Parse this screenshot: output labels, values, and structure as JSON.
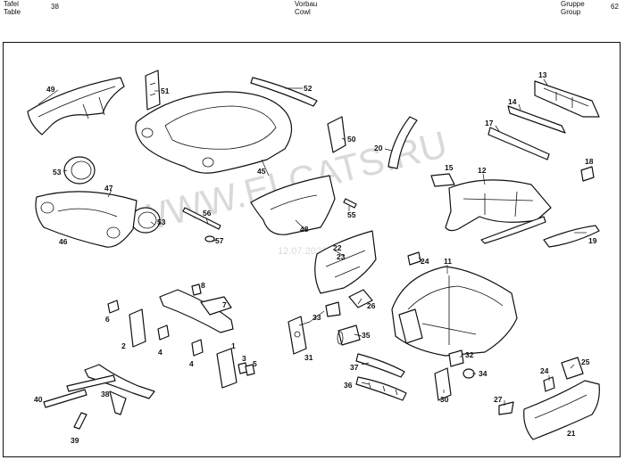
{
  "header": {
    "left_line1": "Tafel",
    "left_line2": "Table",
    "left_number": "38",
    "center_line1": "Vorbau",
    "center_line2": "Cowl",
    "right_line1": "Gruppe",
    "right_line2": "Group",
    "right_number": "62"
  },
  "watermark": {
    "text": "WWW.ELCATS.RU",
    "date": "12.07.2026"
  },
  "callouts": {
    "c1": "1",
    "c2": "2",
    "c3": "3",
    "c4a": "4",
    "c4b": "4",
    "c5": "5",
    "c6": "6",
    "c7": "7",
    "c8": "8",
    "c11": "11",
    "c12": "12",
    "c13": "13",
    "c14": "14",
    "c15": "15",
    "c17": "17",
    "c18": "18",
    "c19": "19",
    "c20": "20",
    "c21": "21",
    "c22": "22",
    "c23": "23",
    "c24a": "24",
    "c24b": "24",
    "c25": "25",
    "c26": "26",
    "c27": "27",
    "c30": "30",
    "c31": "31",
    "c32": "32",
    "c33": "33",
    "c34": "34",
    "c35": "35",
    "c36": "36",
    "c37": "37",
    "c38": "38",
    "c39": "39",
    "c40": "40",
    "c45": "45",
    "c46": "46",
    "c47": "47",
    "c48": "48",
    "c49": "49",
    "c50": "50",
    "c51": "51",
    "c52": "52",
    "c53a": "53",
    "c53b": "53",
    "c55": "55",
    "c56": "56",
    "c57": "57"
  }
}
